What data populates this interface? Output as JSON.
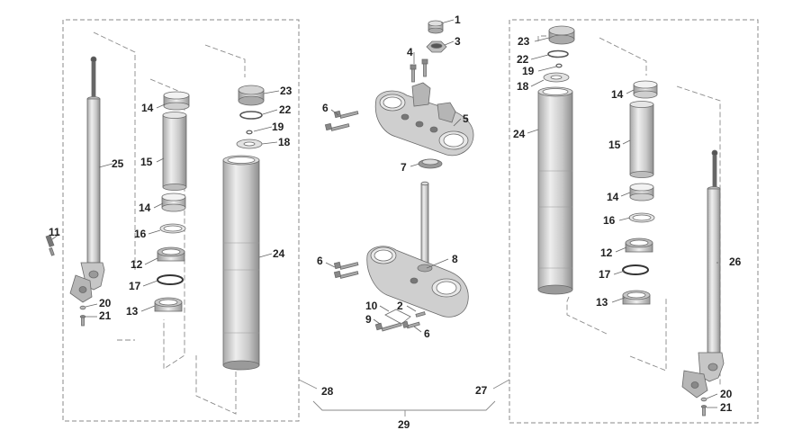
{
  "callouts": {
    "p1": "1",
    "p2": "2",
    "p3": "3",
    "p4": "4",
    "p5": "5",
    "p6a": "6",
    "p6b": "6",
    "p6c": "6",
    "p7": "7",
    "p8": "8",
    "p9": "9",
    "p10": "10",
    "p11": "11",
    "p12a": "12",
    "p12b": "12",
    "p13a": "13",
    "p13b": "13",
    "p14a": "14",
    "p14b": "14",
    "p14c": "14",
    "p14d": "14",
    "p15a": "15",
    "p15b": "15",
    "p16a": "16",
    "p16b": "16",
    "p17a": "17",
    "p17b": "17",
    "p18a": "18",
    "p18b": "18",
    "p19a": "19",
    "p19b": "19",
    "p20a": "20",
    "p20b": "20",
    "p21a": "21",
    "p21b": "21",
    "p22a": "22",
    "p22b": "22",
    "p23a": "23",
    "p23b": "23",
    "p24a": "24",
    "p24b": "24",
    "p25": "25",
    "p26": "26",
    "p27": "27",
    "p28": "28",
    "p29": "29"
  },
  "colors": {
    "part_fill": "#d9d9d9",
    "part_light": "#eeeeee",
    "part_dark": "#9a9a9a",
    "line": "#8a8a8a",
    "text": "#222222"
  }
}
